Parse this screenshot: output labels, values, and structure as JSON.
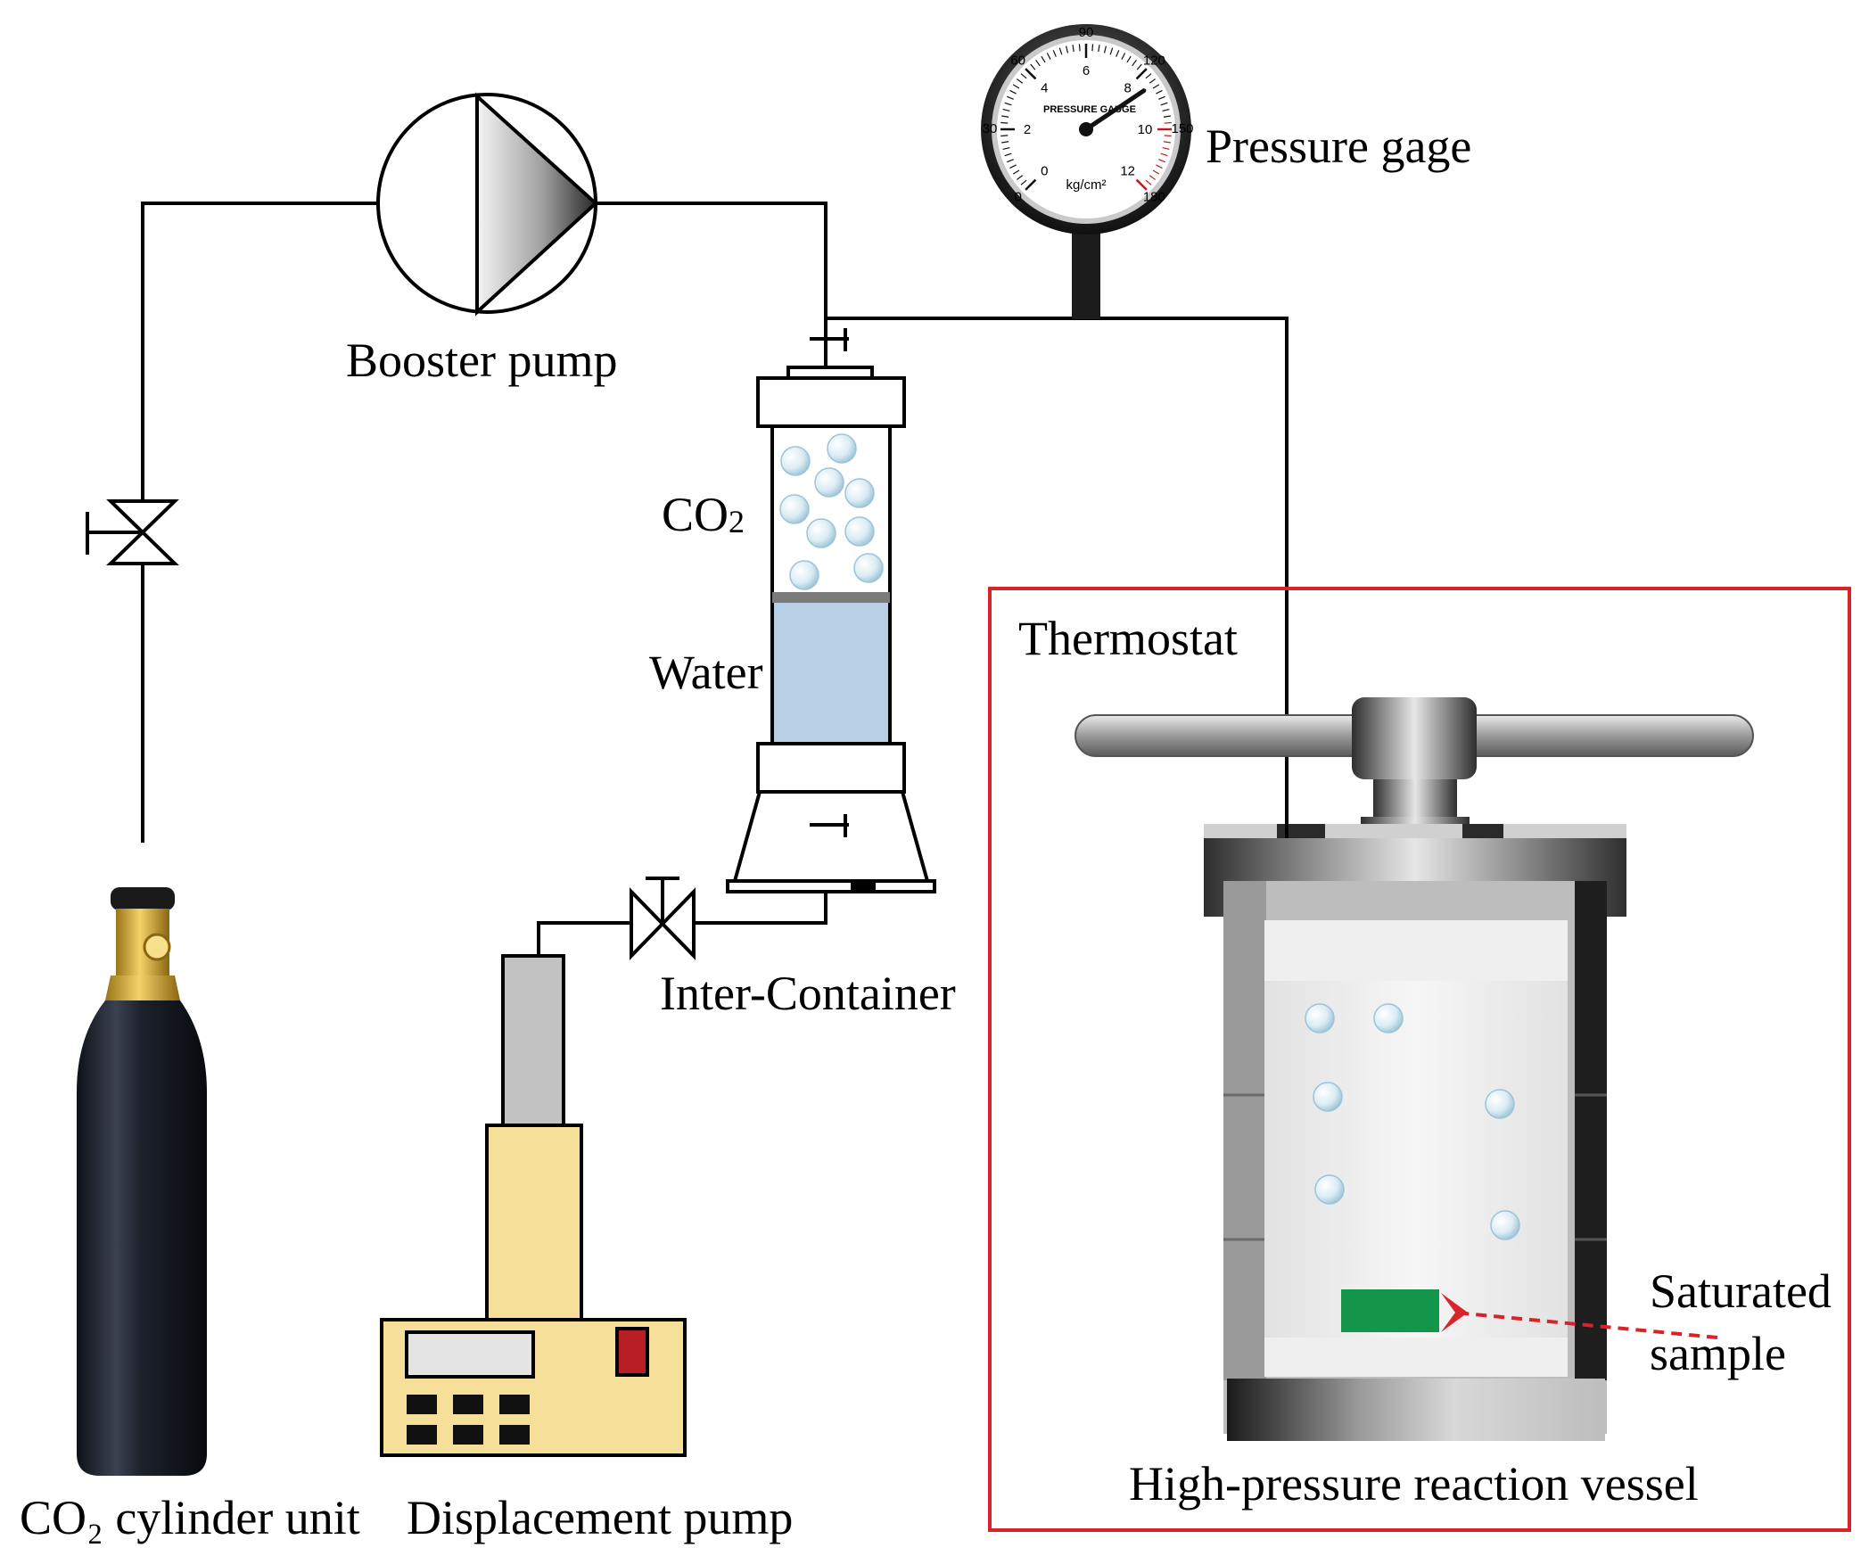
{
  "labels": {
    "booster_pump": "Booster pump",
    "pressure_gage": "Pressure gage",
    "co2": "CO₂",
    "water": "Water",
    "inter_container": "Inter-Container",
    "thermostat": "Thermostat",
    "saturated_sample_line1": "Saturated",
    "saturated_sample_line2": "sample",
    "co2_cylinder": "CO₂ cylinder unit",
    "displacement_pump": "Displacement pump",
    "reaction_vessel": "High-pressure reaction vessel"
  },
  "gauge": {
    "caption": "PRESSURE GAUGE",
    "unit": "kg/cm²",
    "inner_scale": [
      "0",
      "2",
      "4",
      "6",
      "8",
      "10",
      "12"
    ],
    "outer_scale": [
      "0",
      "30",
      "60",
      "90",
      "120",
      "150",
      "180"
    ],
    "needle_value": 8.5,
    "scale_max": 12
  },
  "colors": {
    "thermostat_border": "#d8232a",
    "water": "#b8cfe6",
    "sample": "#13964a",
    "pump_body": "#f6df99",
    "pump_indicator": "#b81f24",
    "piston": "#c2c2c2",
    "arrow": "#d8232a",
    "valve_brass": "#d2a32e"
  }
}
